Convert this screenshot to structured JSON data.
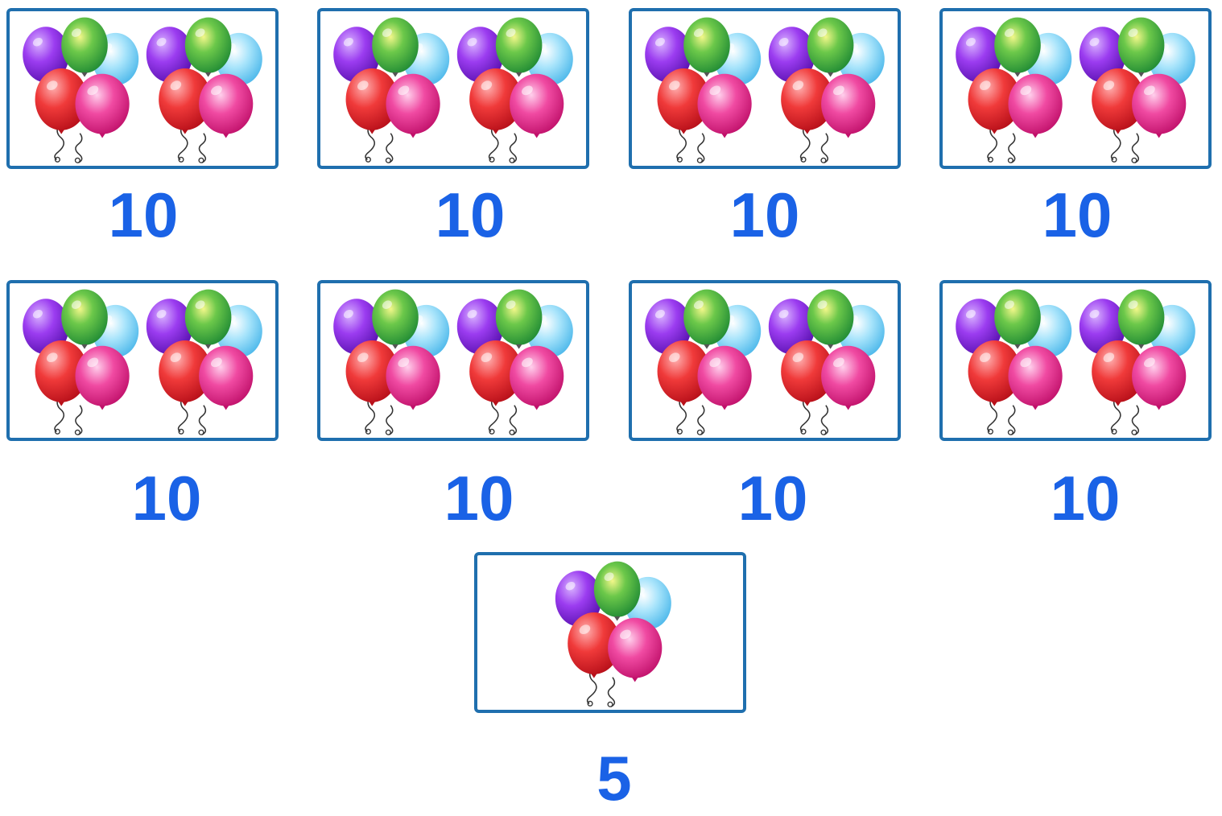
{
  "colors": {
    "border": "#1f6fae",
    "number": "#1a62e6",
    "balloon_purple": "#8a2be2",
    "balloon_green": "#3ab54a",
    "balloon_light_blue": "#7dd3f7",
    "balloon_red": "#e8262f",
    "balloon_pink": "#e8207f"
  },
  "cards": [
    {
      "bunches": 2,
      "label": "10"
    },
    {
      "bunches": 2,
      "label": "10"
    },
    {
      "bunches": 2,
      "label": "10"
    },
    {
      "bunches": 2,
      "label": "10"
    },
    {
      "bunches": 2,
      "label": "10"
    },
    {
      "bunches": 2,
      "label": "10"
    },
    {
      "bunches": 2,
      "label": "10"
    },
    {
      "bunches": 2,
      "label": "10"
    },
    {
      "bunches": 1,
      "label": "5"
    }
  ]
}
